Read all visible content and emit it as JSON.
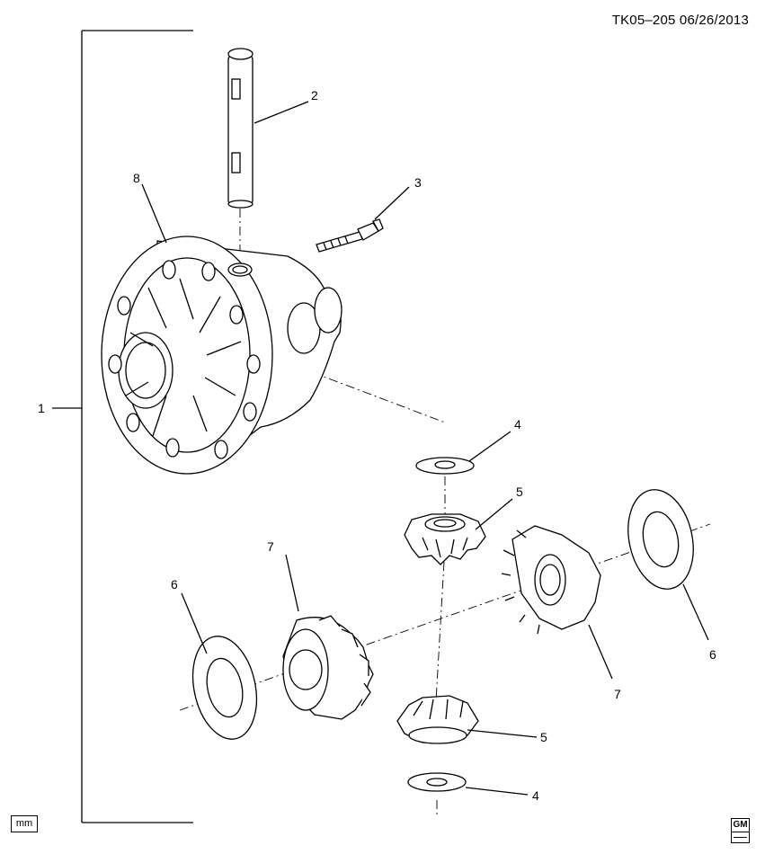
{
  "header": {
    "ref": "TK05–205  06/26/2013"
  },
  "units_label": "mm",
  "brand_logo": "GM",
  "callouts": {
    "c1": "1",
    "c2": "2",
    "c3": "3",
    "c4a": "4",
    "c4b": "4",
    "c5a": "5",
    "c5b": "5",
    "c6a": "6",
    "c6b": "6",
    "c7a": "7",
    "c7b": "7",
    "c8": "8"
  }
}
